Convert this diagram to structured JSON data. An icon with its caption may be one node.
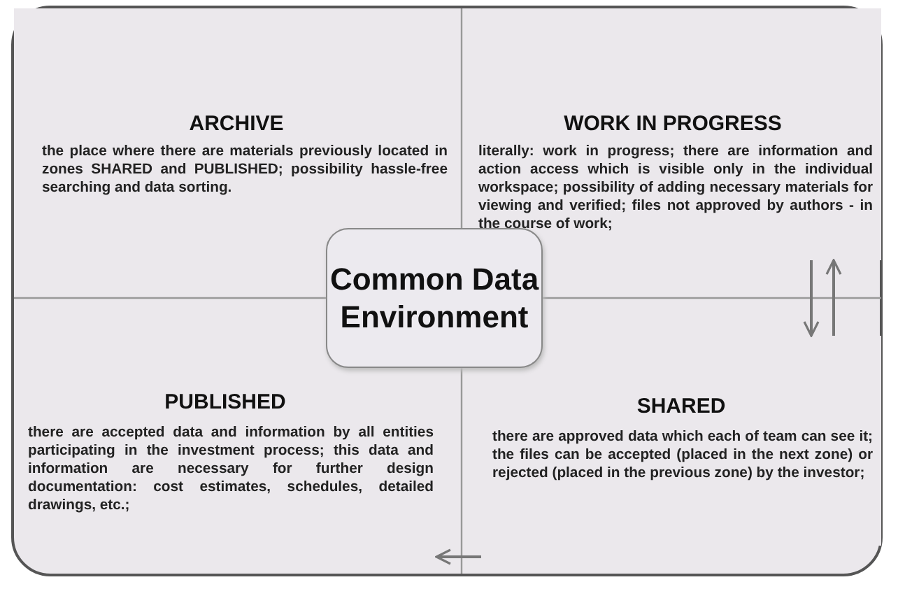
{
  "diagram": {
    "nodes": [
      {
        "text": [
          "ARCHIVE",
          "the place where there are materials previously located in zones SHARED and PUBLISHED; possibility hassle-free searching and data sorting."
        ]
      },
      {
        "text": [
          "WORK IN PROGRESS",
          "literally: work in progress; there are information and action access which is visible only in the individual workspace; possibility of adding necessary materials for viewing and verified; files not approved by authors - in the course of work;"
        ]
      },
      {
        "text": [
          "Common Data Environment"
        ]
      },
      {
        "text": [
          "PUBLISHED",
          "there are accepted data and information by all entities participating in the investment process; this data and information are necessary for further design documentation: cost estimates, schedules, detailed drawings, etc.;"
        ]
      },
      {
        "text": [
          "SHARED",
          "there are approved data which each of team can see it; the files can be accepted (placed in the next zone) or rejected (placed in the previous zone) by the investor;"
        ]
      }
    ],
    "edges": [
      {
        "from": 1,
        "to": 4,
        "arrow": "to"
      },
      {
        "from": 4,
        "to": 1,
        "arrow": "to"
      },
      {
        "from": 4,
        "to": 3,
        "arrow": "to"
      }
    ]
  }
}
